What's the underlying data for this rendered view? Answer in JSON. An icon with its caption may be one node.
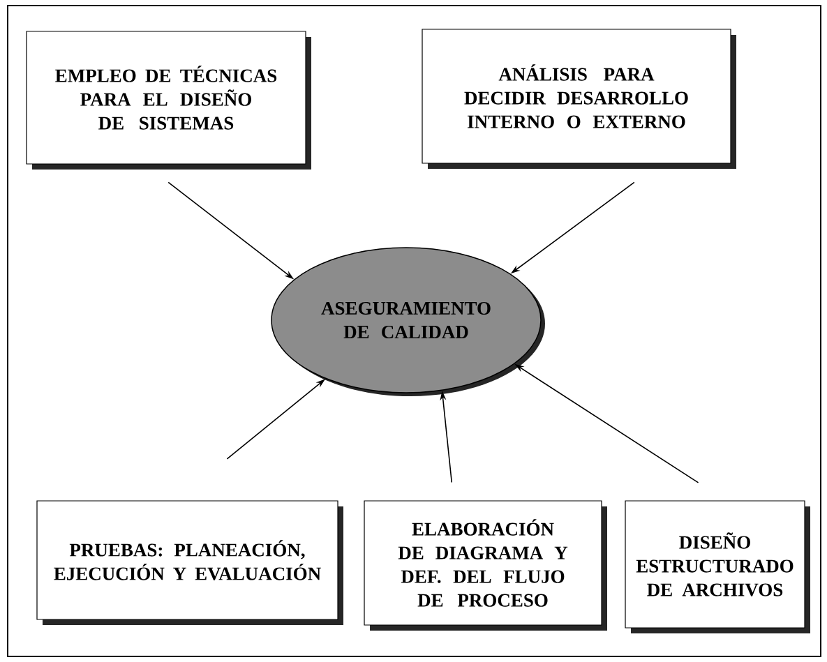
{
  "diagram": {
    "nodes": [
      {
        "text": [
          "EMPLEO DE TÉCNICAS PARA EL DISEÑO DE SISTEMAS"
        ]
      },
      {
        "text": [
          "ANÁLISIS PARA DECIDIR DESARROLLO INTERNO O EXTERNO"
        ]
      },
      {
        "text": [
          "ASEGURAMIENTO DE CALIDAD"
        ]
      },
      {
        "text": [
          "PRUEBAS: PLANEACIÓN, EJECUCIÓN Y EVALUACIÓN"
        ]
      },
      {
        "text": [
          "ELABORACIÓN DE DIAGRAMA Y DEF. DEL FLUJO DE PROCESO"
        ]
      },
      {
        "text": [
          "DISEÑO ESTRUCTURADO DE ARCHIVOS"
        ]
      }
    ],
    "edges": [
      {
        "from": 0,
        "to": 2,
        "arrow": "to"
      },
      {
        "from": 1,
        "to": 2,
        "arrow": "to"
      },
      {
        "from": 3,
        "to": 2,
        "arrow": "to"
      },
      {
        "from": 4,
        "to": 2,
        "arrow": "to"
      },
      {
        "from": 5,
        "to": 2,
        "arrow": "to"
      }
    ]
  }
}
